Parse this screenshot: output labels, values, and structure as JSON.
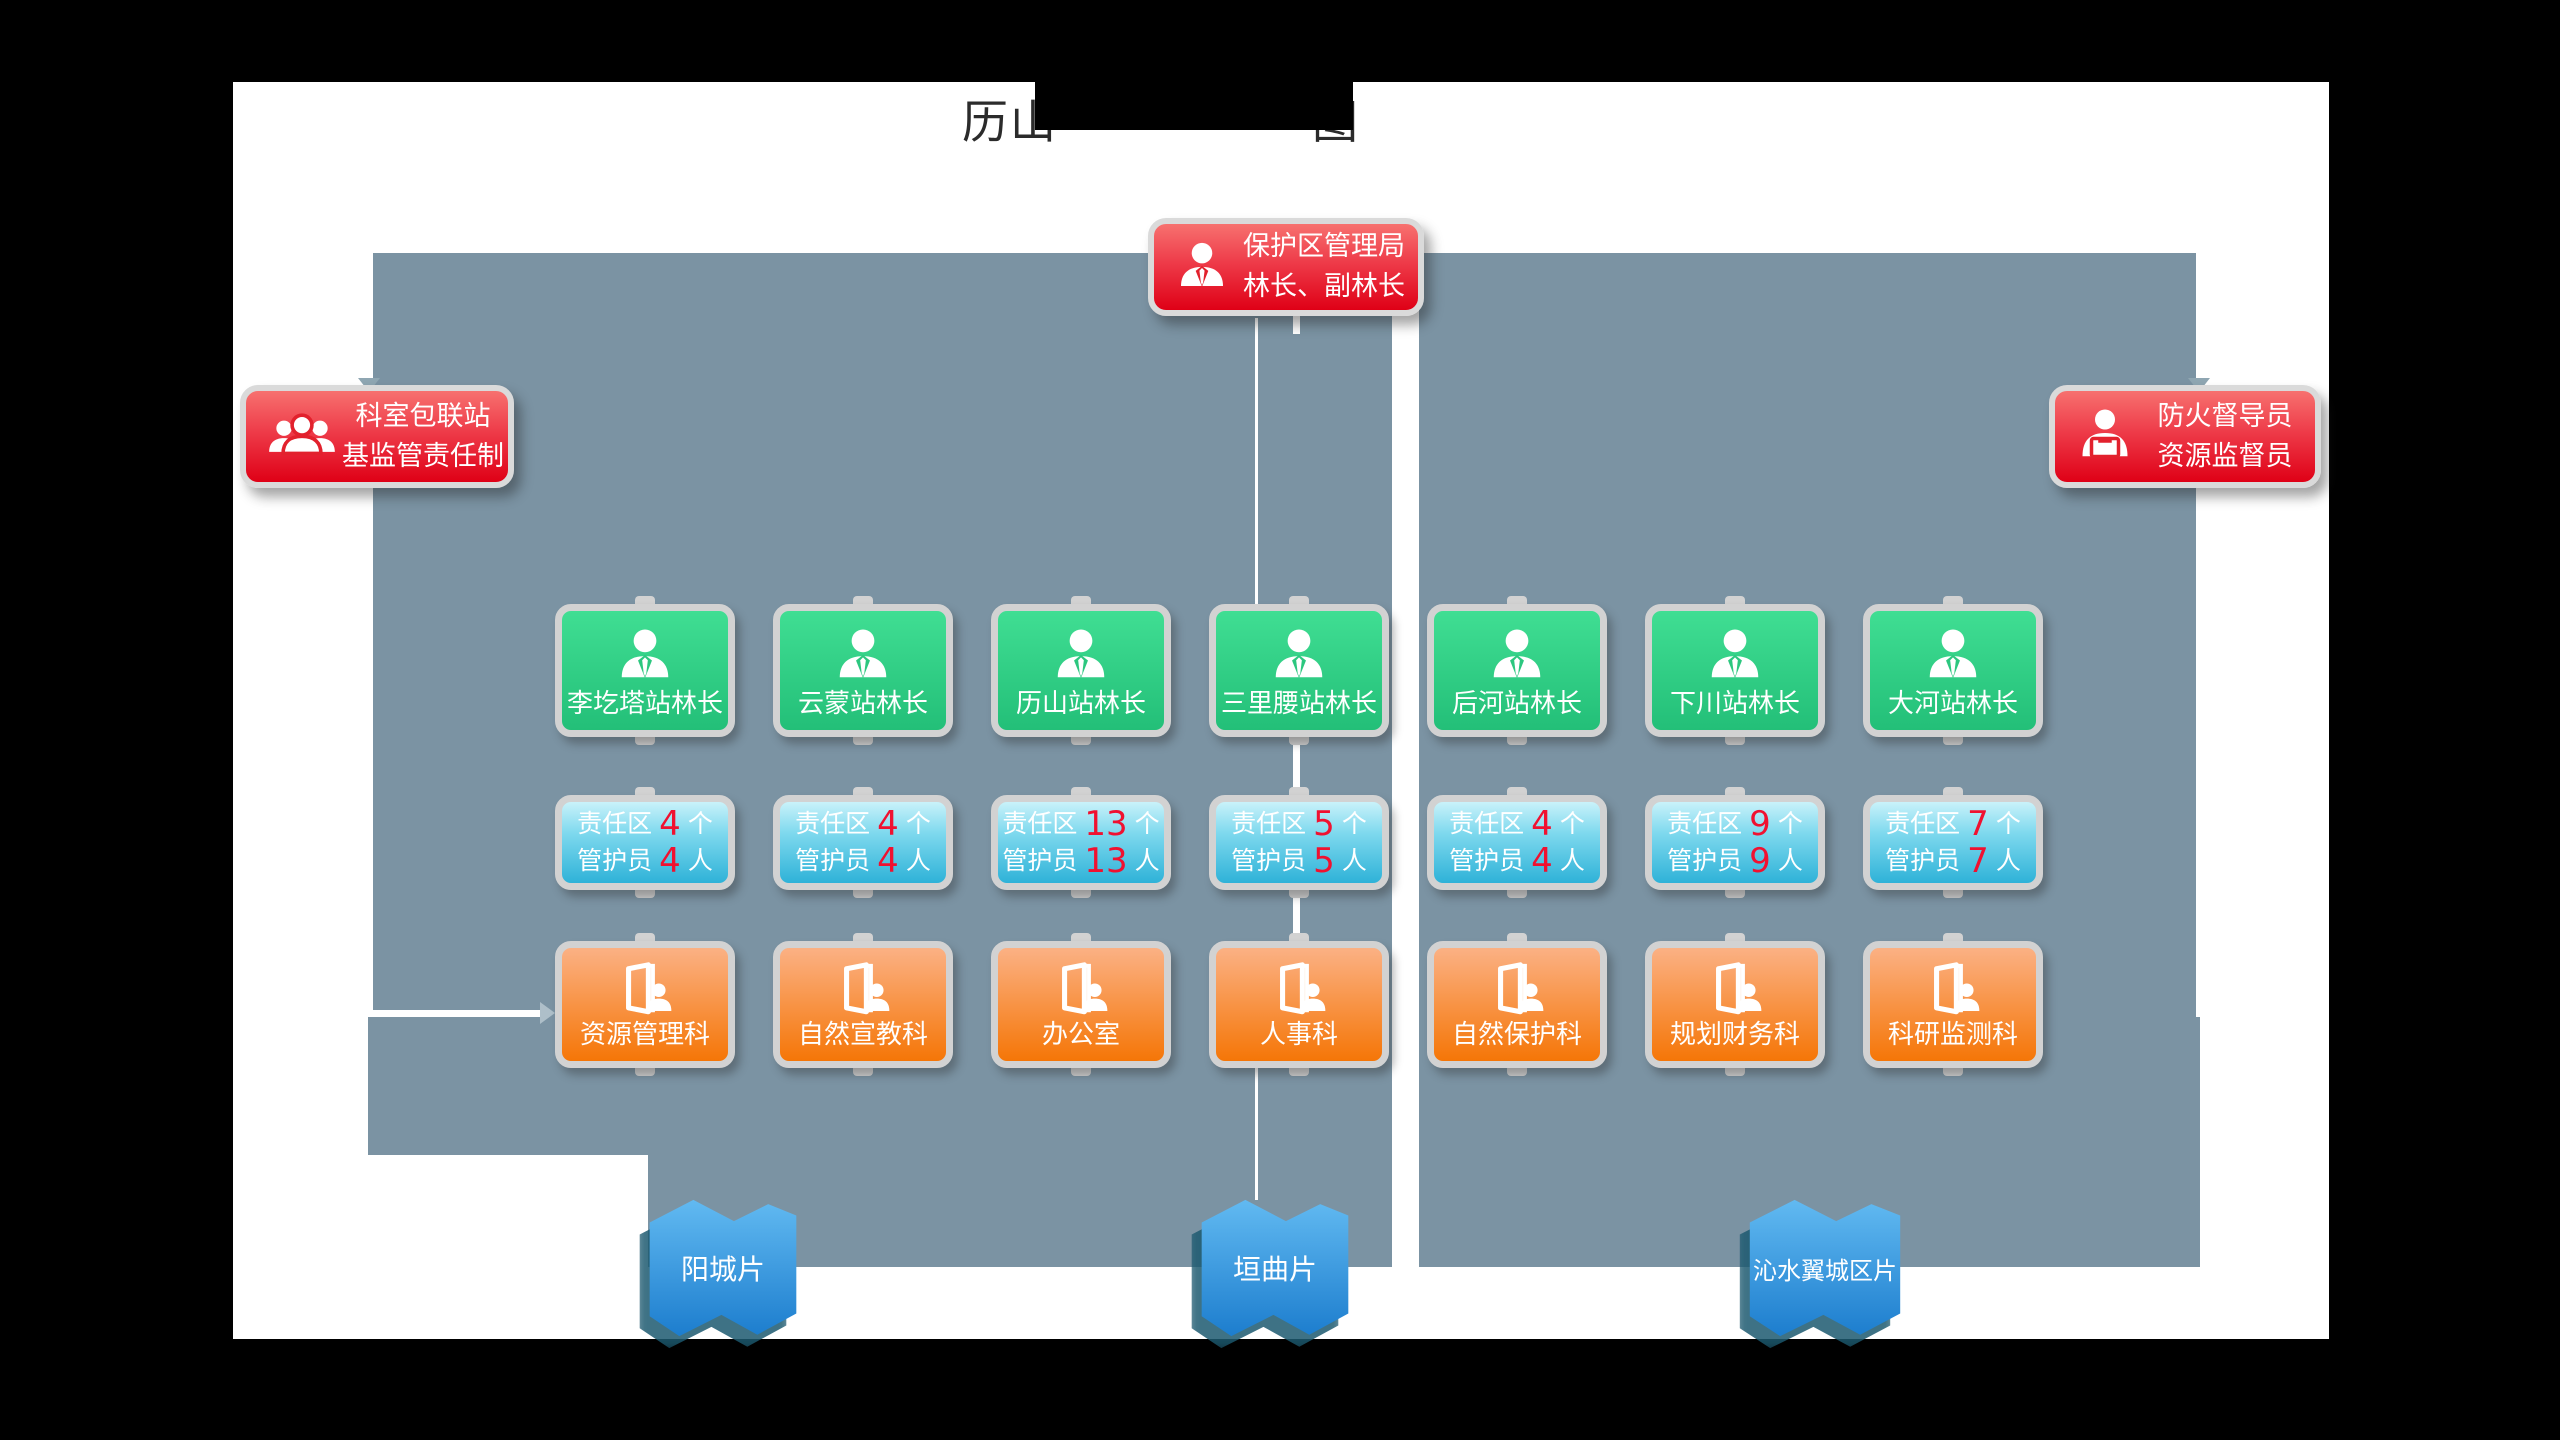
{
  "title": {
    "visible_left": "历山",
    "visible_right": "图",
    "redacted": true
  },
  "root": {
    "line1": "保护区管理局",
    "line2": "林长、副林长"
  },
  "annotations": {
    "left": {
      "line1": "科室包联站",
      "line2": "基监管责任制"
    },
    "right": {
      "line1": "防火督导员",
      "line2": "资源监督员"
    }
  },
  "labels": {
    "area": "责任区",
    "area_unit": "个",
    "ranger": "管护员",
    "ranger_unit": "人"
  },
  "stations": [
    {
      "name": "李圪塔站林长",
      "areas": "4",
      "rangers": "4"
    },
    {
      "name": "云蒙站林长",
      "areas": "4",
      "rangers": "4"
    },
    {
      "name": "历山站林长",
      "areas": "13",
      "rangers": "13"
    },
    {
      "name": "三里腰站林长",
      "areas": "5",
      "rangers": "5"
    },
    {
      "name": "后河站林长",
      "areas": "4",
      "rangers": "4"
    },
    {
      "name": "下川站林长",
      "areas": "9",
      "rangers": "9"
    },
    {
      "name": "大河站林长",
      "areas": "7",
      "rangers": "7"
    }
  ],
  "departments": [
    "资源管理科",
    "自然宣教科",
    "办公室",
    "人事科",
    "自然保护科",
    "规划财务科",
    "科研监测科"
  ],
  "regions": [
    "阳城片",
    "垣曲片",
    "沁水翼城区片"
  ],
  "icons": {
    "root": "person-icon",
    "stations": "person-icon",
    "departments": "door-person-icon",
    "left_note": "people-group-icon",
    "right_note": "person-box-icon"
  },
  "colors": {
    "slate_panel": "#7b93a3",
    "node_rim": "#d2d2d2",
    "red_top": "#f7716f",
    "red_bottom": "#df0016",
    "green_top": "#40de93",
    "green_bottom": "#23bf78",
    "cyan_top": "#c9f2fa",
    "cyan_bottom": "#2eb2d8",
    "orange_top": "#fbb184",
    "orange_bottom": "#f57607",
    "ribbon_top": "#63bbf2",
    "ribbon_bottom": "#1b7ccd",
    "number_red": "#f01130",
    "connector_white": "#ffffff"
  }
}
